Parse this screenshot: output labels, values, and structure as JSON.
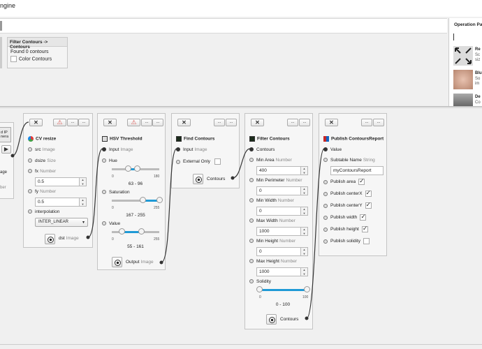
{
  "window": {
    "title_fragment": "ngine"
  },
  "preview": {
    "title": "Filter Contours -> Contours",
    "found": "Found 0 contours",
    "color_label": "Color Contours"
  },
  "palette": {
    "title": "Operation Pal",
    "items": [
      {
        "name": "Re",
        "desc1": "Sc",
        "desc2": "siz"
      },
      {
        "name": "Blu",
        "desc1": "So",
        "desc2": "im"
      },
      {
        "name": "De",
        "desc1": "Co",
        "desc2": ""
      }
    ]
  },
  "left_stub": {
    "line1": "d IP",
    "line2": "nera",
    "out_label": "age",
    "out2_label": "ber"
  },
  "steps": {
    "cv_resize": {
      "title": "CV resize",
      "src": "src",
      "src_type": "Image",
      "dsize": "dsize",
      "dsize_type": "Size",
      "fx": "fx",
      "fx_type": "Number",
      "fx_value": "0.5",
      "fy": "fy",
      "fy_type": "Number",
      "fy_value": "0.5",
      "interp": "interpolation",
      "interp_value": "INTER_LINEAR",
      "dst": "dst",
      "dst_type": "Image"
    },
    "hsv": {
      "title": "HSV Threshold",
      "input": "Input",
      "input_type": "Image",
      "hue": "Hue",
      "hue_min": "0",
      "hue_max": "180",
      "hue_range": "63 - 96",
      "hue_lo": 63,
      "hue_hi": 96,
      "hue_scale": 180,
      "sat": "Saturation",
      "sat_min": "0",
      "sat_max": "255",
      "sat_range": "167 - 255",
      "sat_lo": 167,
      "sat_hi": 255,
      "sat_scale": 255,
      "val": "Value",
      "val_min": "0",
      "val_max": "255",
      "val_range": "55 - 161",
      "val_lo": 55,
      "val_hi": 161,
      "val_scale": 255,
      "output": "Output",
      "output_type": "Image"
    },
    "find": {
      "title": "Find Contours",
      "input": "Input",
      "input_type": "Image",
      "external": "External Only",
      "contours": "Contours"
    },
    "filter": {
      "title": "Filter Contours",
      "contours_in": "Contours",
      "min_area": "Min Area",
      "min_area_type": "Number",
      "min_area_value": "400",
      "min_perim": "Min Perimeter",
      "min_perim_type": "Number",
      "min_perim_value": "0",
      "min_width": "Min Width",
      "min_width_type": "Number",
      "min_width_value": "0",
      "max_width": "Max Width",
      "max_width_type": "Number",
      "max_width_value": "1000",
      "min_height": "Min Height",
      "min_height_type": "Number",
      "min_height_value": "0",
      "max_height": "Max Height",
      "max_height_type": "Number",
      "max_height_value": "1000",
      "solidity": "Solidity",
      "sol_min": "0",
      "sol_max": "100",
      "sol_range": "0 - 100",
      "sol_lo": 0,
      "sol_hi": 100,
      "sol_scale": 100,
      "contours_out": "Contours"
    },
    "publish": {
      "title": "Publish ContoursReport",
      "value": "Value",
      "subtable": "Subtable Name",
      "subtable_type": "String",
      "subtable_value": "myContoursReport",
      "area": "Publish area",
      "area_checked": true,
      "centerx": "Publish centerX",
      "centerx_checked": true,
      "centery": "Publish centerY",
      "centery_checked": true,
      "width": "Publish width",
      "width_checked": true,
      "height": "Publish height",
      "height_checked": true,
      "solidity": "Publish solidity",
      "solidity_checked": false
    }
  },
  "buttons": {
    "close": "✕",
    "more": "...",
    "warn": "⚠"
  }
}
